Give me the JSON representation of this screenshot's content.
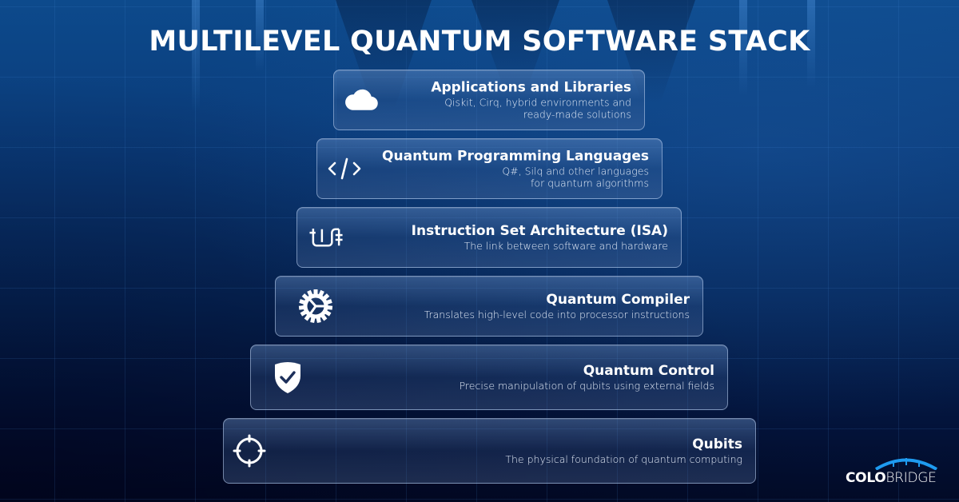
{
  "title": "MULTILEVEL QUANTUM SOFTWARE STACK",
  "layers": [
    {
      "title": "Applications and Libraries",
      "description": "Qiskit, Cirq, hybrid environments and\nready-made solutions",
      "icon": "cloud-icon"
    },
    {
      "title": "Quantum Programming Languages",
      "description": "Q#, Silq and other languages\nfor quantum algorithms",
      "icon": "code-icon"
    },
    {
      "title": "Instruction Set Architecture (ISA)",
      "description": "The link between software and hardware",
      "icon": "circuit-link-icon"
    },
    {
      "title": "Quantum Compiler",
      "description": "Translates high-level code into processor instructions",
      "icon": "gear-icon"
    },
    {
      "title": "Quantum Control",
      "description": "Precise manipulation of qubits using external fields",
      "icon": "shield-check-icon"
    },
    {
      "title": "Qubits",
      "description": "The physical foundation of quantum computing",
      "icon": "crosshair-icon"
    }
  ],
  "logo": {
    "bold": "COLO",
    "light": "BRIDGE",
    "arc_color": "#1e9bf0"
  }
}
